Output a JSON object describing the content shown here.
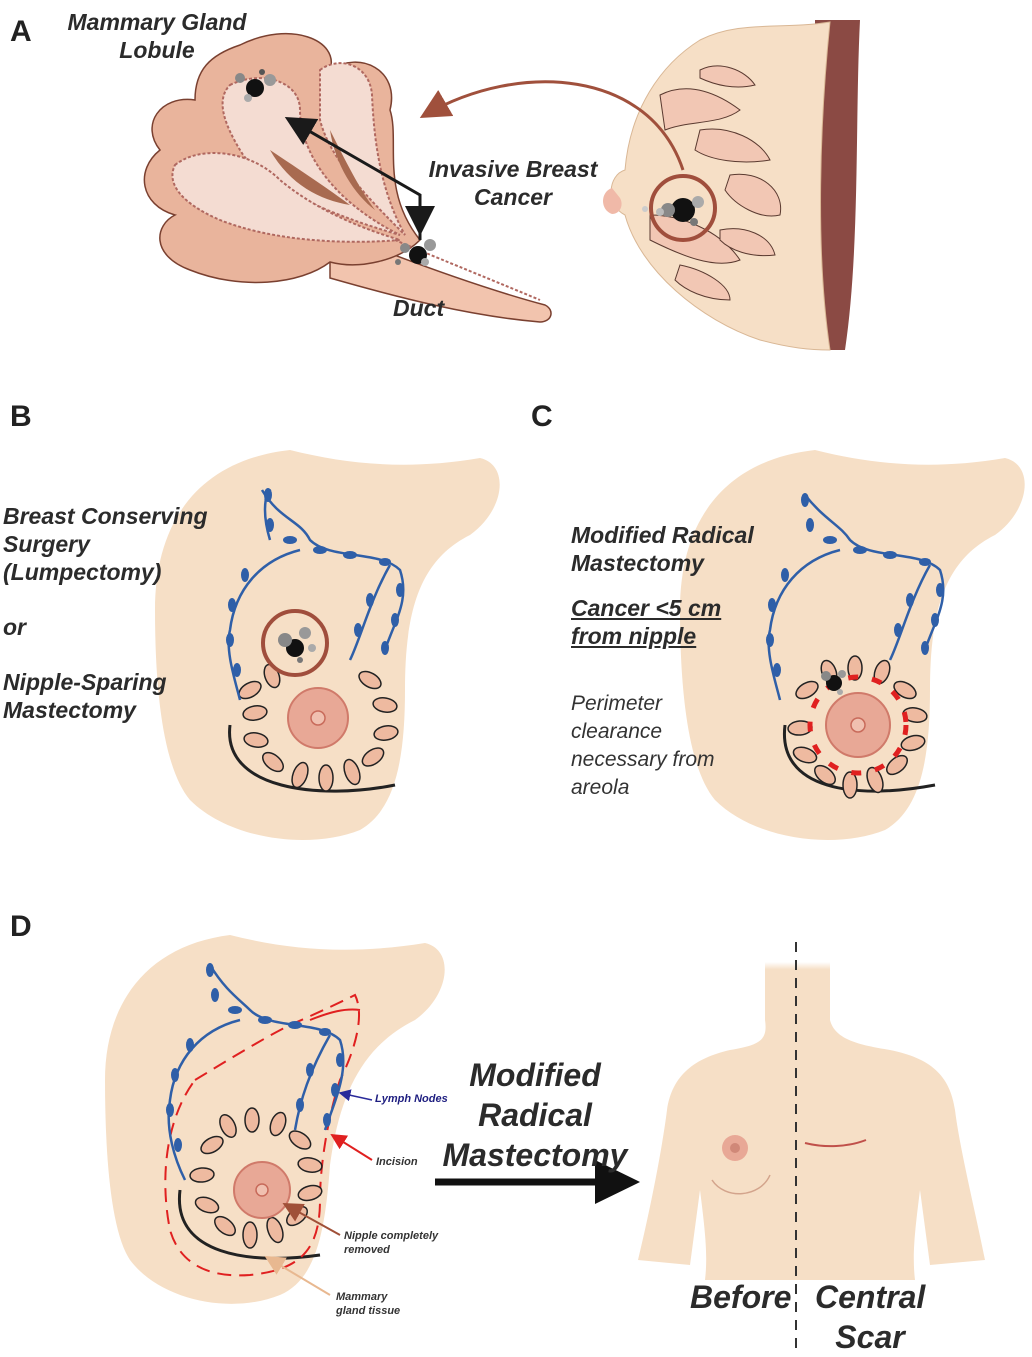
{
  "panels": {
    "a": {
      "letter": "A",
      "lobule_label_1": "Mammary Gland",
      "lobule_label_2": "Lobule",
      "cancer_label_1": "Invasive Breast",
      "cancer_label_2": "Cancer",
      "duct_label": "Duct"
    },
    "b": {
      "letter": "B",
      "line1": "Breast Conserving",
      "line2": "Surgery",
      "line3": "(Lumpectomy)",
      "line4": "or",
      "line5": "Nipple-Sparing",
      "line6": "Mastectomy"
    },
    "c": {
      "letter": "C",
      "title1": "Modified Radical",
      "title2": "Mastectomy",
      "criteria1": "Cancer <5 cm",
      "criteria2": "from nipple",
      "note1": "Perimeter",
      "note2": "clearance",
      "note3": "necessary from",
      "note4": "areola"
    },
    "d": {
      "letter": "D",
      "lymph_nodes": "Lymph Nodes",
      "incision": "Incision",
      "nipple_1": "Nipple completely",
      "nipple_2": "removed",
      "tissue_1": "Mammary",
      "tissue_2": "gland tissue",
      "arrow_1": "Modified",
      "arrow_2": "Radical",
      "arrow_3": "Mastectomy",
      "before": "Before",
      "scar_1": "Central",
      "scar_2": "Scar"
    }
  },
  "colors": {
    "skin": "#f6dfc6",
    "lobule": "#e9b49c",
    "lymph": "#2f5fa8",
    "circle": "#a04e3c",
    "chest_wall": "#8b4a44",
    "incision": "#e02020"
  }
}
